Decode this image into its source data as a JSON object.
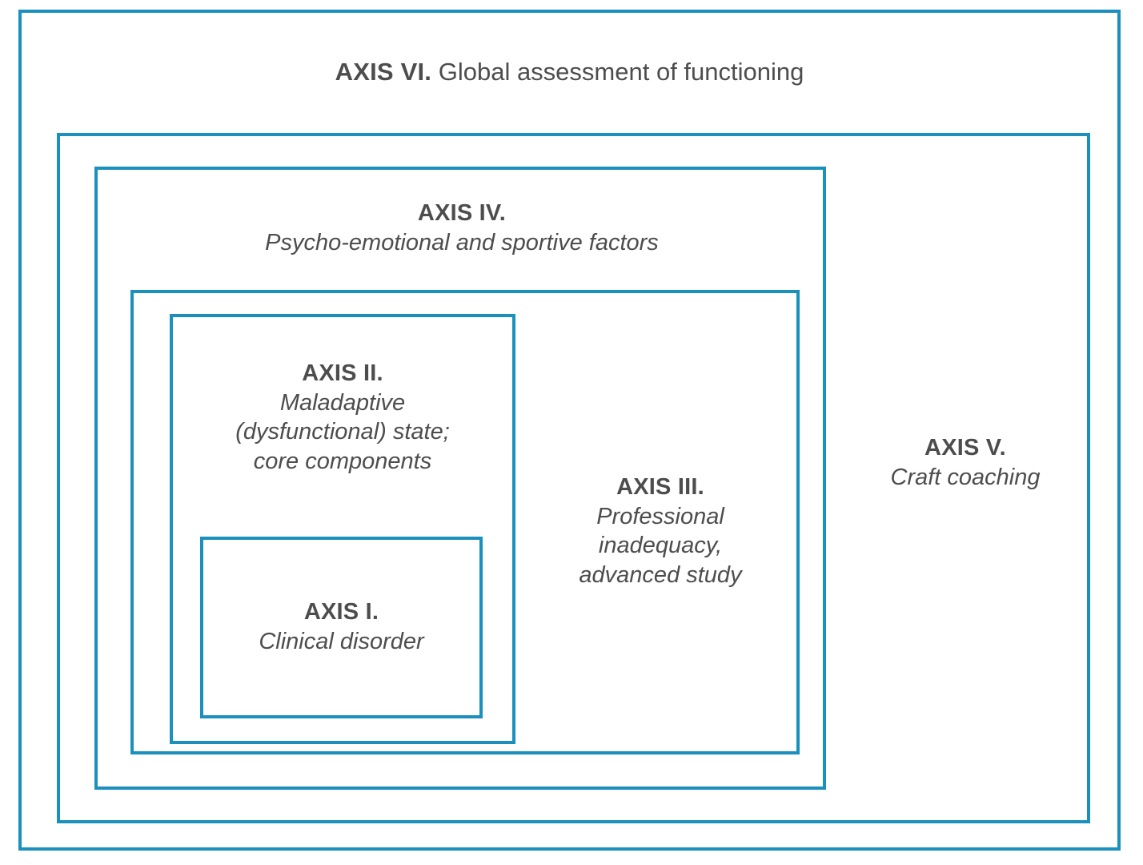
{
  "diagram": {
    "title": "AXIS VI. Global assessment of functioning",
    "type": "nested-boxes",
    "colors": {
      "border": "#1c90bd",
      "text": "#4d4d4d",
      "background": "#ffffff"
    },
    "axes": [
      {
        "id": "axis-6",
        "number": "AXIS VI.",
        "description": "Global assessment of functioning",
        "level": 6,
        "style": "inline"
      },
      {
        "id": "axis-5",
        "number": "AXIS V.",
        "description": "Craft coaching",
        "level": 5,
        "style": "stacked"
      },
      {
        "id": "axis-4",
        "number": "AXIS IV.",
        "description": "Psycho-emotional and sportive factors",
        "level": 4,
        "style": "stacked"
      },
      {
        "id": "axis-3",
        "number": "AXIS III.",
        "description_lines": [
          "Professional",
          "inadequacy,",
          "advanced study"
        ],
        "level": 3,
        "style": "stacked"
      },
      {
        "id": "axis-2",
        "number": "AXIS II.",
        "description_lines": [
          "Maladaptive",
          "(dysfunctional) state;",
          "core components"
        ],
        "level": 2,
        "style": "stacked"
      },
      {
        "id": "axis-1",
        "number": "AXIS I.",
        "description": "Clinical disorder",
        "level": 1,
        "style": "stacked"
      }
    ]
  }
}
